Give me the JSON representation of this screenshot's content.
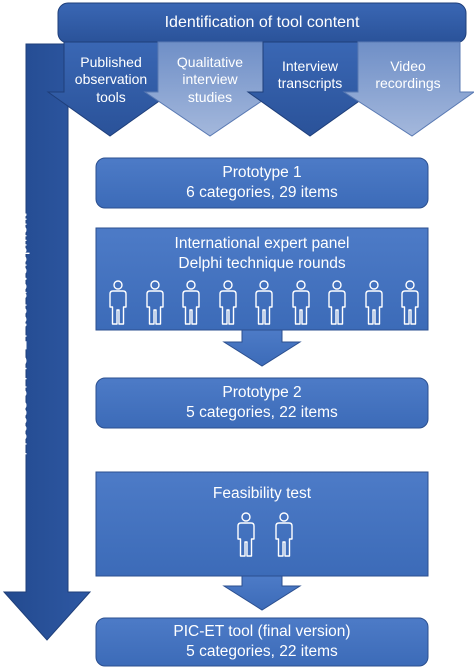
{
  "header": {
    "title": "Identification of tool content"
  },
  "sources": [
    {
      "label": "Published\nobservation\ntools",
      "style": "dark"
    },
    {
      "label": "Qualitative\ninterview\nstudies",
      "style": "light"
    },
    {
      "label": "Interview\ntranscripts",
      "style": "dark"
    },
    {
      "label": "Video\nrecordings",
      "style": "light"
    }
  ],
  "side_label": "Process of PIC-ET tool development",
  "prototype1": {
    "line1": "Prototype 1",
    "line2": "6 categories, 29 items"
  },
  "expert_panel": {
    "line1": "International expert panel",
    "line2": "Delphi technique rounds",
    "person_count": 9
  },
  "prototype2": {
    "line1": "Prototype 2",
    "line2": "5 categories, 22 items"
  },
  "feasibility": {
    "title": "Feasibility test",
    "person_count": 2
  },
  "final": {
    "line1": "PIC-ET tool (final version)",
    "line2": "5 categories, 22 items"
  },
  "colors": {
    "dark_blue": "#2f5aa5",
    "mid_blue": "#4a78c4",
    "light_blue": "#8ea8d2",
    "edge_blue": "#1f3f7a"
  }
}
